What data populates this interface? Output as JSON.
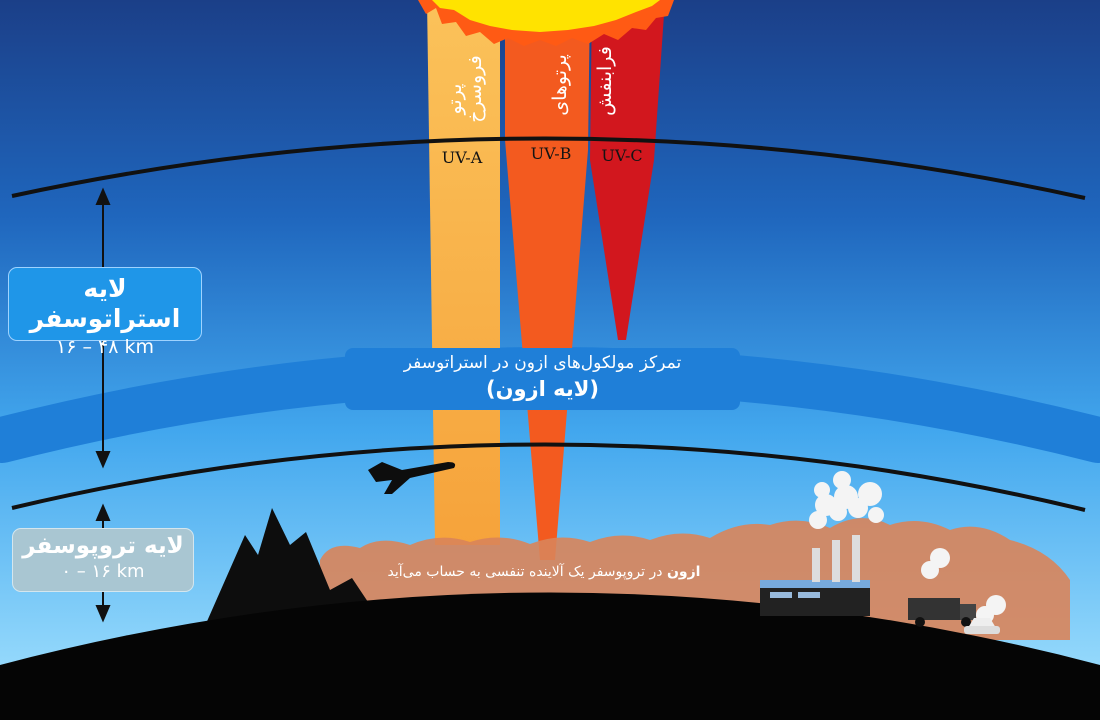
{
  "stratosphere": {
    "title": "لایه استراتوسفر",
    "range": "۱۶ – ۴۸ km"
  },
  "troposphere": {
    "title": "لایه تروپوسفر",
    "range": "۰ – ۱۶ km"
  },
  "ozone": {
    "caption": "تمرکز مولکول‌های ازون در استراتوسفر",
    "name": "(لایه ازون)"
  },
  "note": {
    "bold": "ازون",
    "rest": " در تروپوسفر یک آلاینده تنفسی به حساب می‌آید"
  },
  "rays": [
    {
      "code": "UV-A",
      "label": "پرتو فروسرخ",
      "label_line1": "پرتو",
      "label_line2": "فروسرخ",
      "color": "#f9b148"
    },
    {
      "code": "UV-B",
      "label": "پرتوهای",
      "color": "#f35a1f"
    },
    {
      "code": "UV-C",
      "label": "فرابنفش",
      "color": "#d2171e"
    }
  ],
  "colors": {
    "sky_top": "#1b3f88",
    "sky_bottom": "#9fe0ff",
    "ozone_band": "#1f7fd8",
    "pollution": "#d9845a",
    "ground": "#050505",
    "sun": "#ffe300"
  },
  "icons": [
    "airplane-icon",
    "factory-icon",
    "truck-icon",
    "car-icon",
    "mountain-icon",
    "smoke-icon",
    "sun-icon"
  ]
}
